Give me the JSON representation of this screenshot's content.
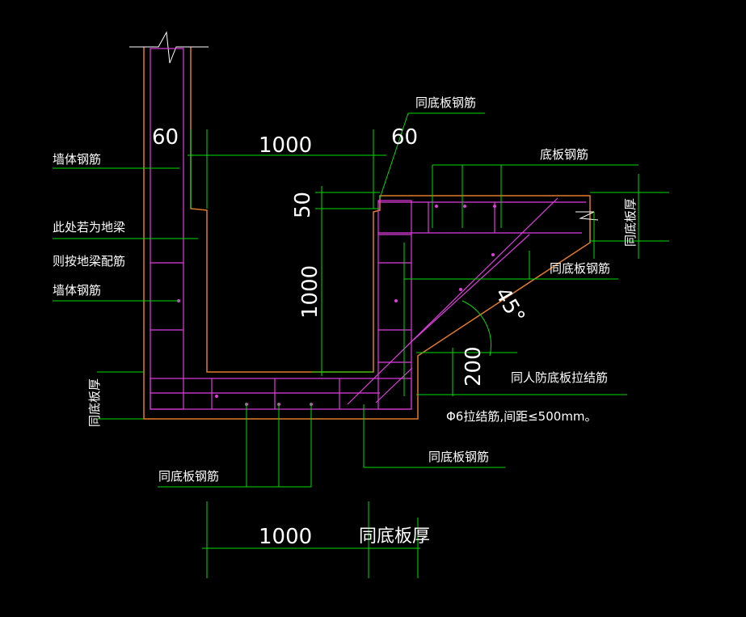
{
  "labels": {
    "wall_rebar_top": "墙体钢筋",
    "ground_beam_note_1": "此处若为地梁",
    "ground_beam_note_2": "则按地梁配筋",
    "wall_rebar_bottom": "墙体钢筋",
    "same_slab_thick_left": "同底板厚",
    "same_slab_rebar_top": "同底板钢筋",
    "slab_rebar": "底板钢筋",
    "same_slab_thick_right": "同底板厚",
    "same_slab_rebar_mid": "同底板钢筋",
    "civil_defense_tie": "同人防底板拉结筋",
    "tie_spec": "Φ6拉结筋,间距≤500mm。",
    "same_slab_rebar_bottom_right": "同底板钢筋",
    "same_slab_rebar_bottom_left": "同底板钢筋",
    "same_slab_thick_bottom": "同底板厚"
  },
  "dims": {
    "wall_left": "60",
    "trench_width": "1000",
    "wall_right": "60",
    "step_50": "50",
    "depth_1000": "1000",
    "haunch_200": "200",
    "angle": "45°",
    "bottom_1000": "1000"
  },
  "colors": {
    "dimension_line": "#00dd00",
    "concrete_outline": "#e07a2a",
    "rebar": "#e03ce0",
    "text": "#ffffff",
    "background": "#000000"
  }
}
